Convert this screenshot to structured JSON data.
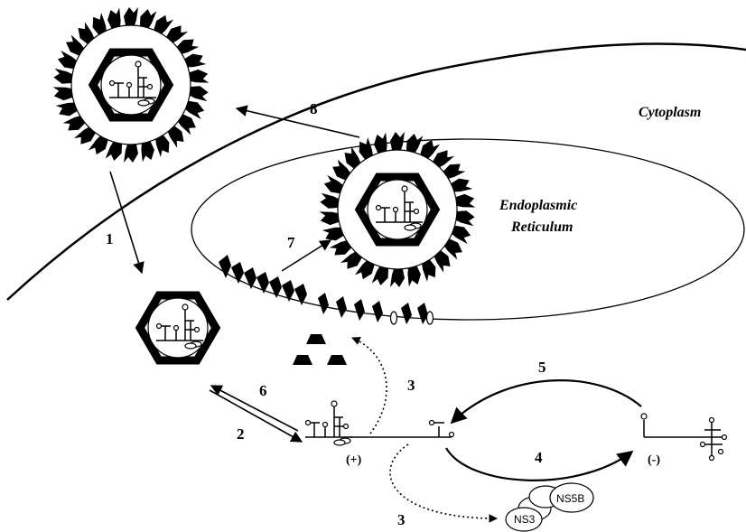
{
  "labels": {
    "cytoplasm": "Cytoplasm",
    "er_line1": "Endoplasmic",
    "er_line2": "Reticulum",
    "plus_strand": "(+)",
    "minus_strand": "(-)",
    "ns3": "NS3",
    "ns5b": "NS5B"
  },
  "steps": {
    "s1": "1",
    "s2": "2",
    "s3a": "3",
    "s3b": "3",
    "s4": "4",
    "s5": "5",
    "s6": "6",
    "s7": "7",
    "s8": "8"
  },
  "colors": {
    "ink": "#000000",
    "background": "#ffffff"
  }
}
